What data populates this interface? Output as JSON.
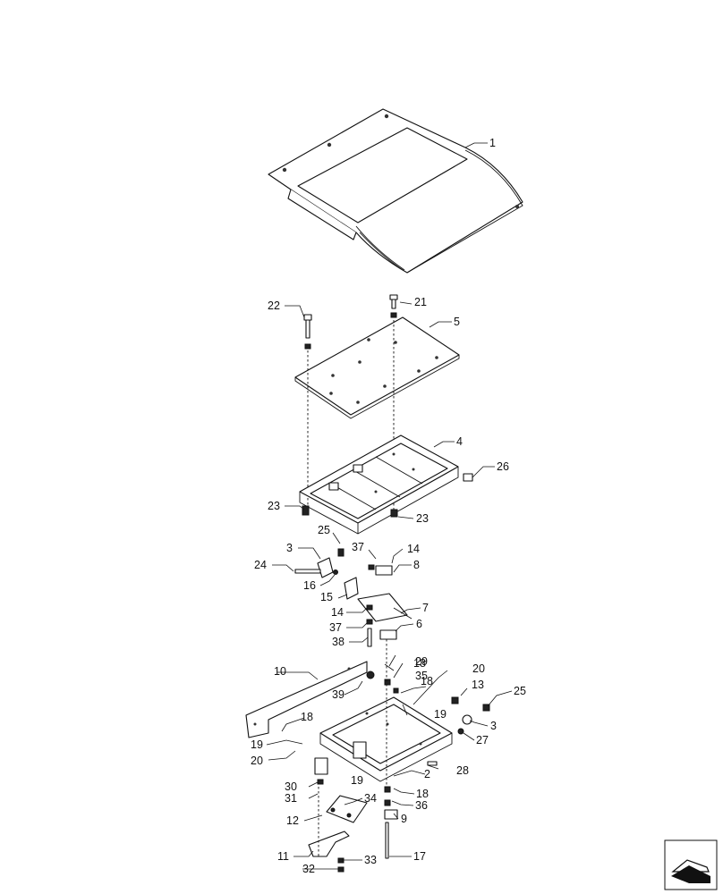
{
  "callouts": [
    {
      "id": "c1",
      "label": "1"
    },
    {
      "id": "c2",
      "label": "2"
    },
    {
      "id": "c3a",
      "label": "3"
    },
    {
      "id": "c3b",
      "label": "3"
    },
    {
      "id": "c4",
      "label": "4"
    },
    {
      "id": "c5",
      "label": "5"
    },
    {
      "id": "c6",
      "label": "6"
    },
    {
      "id": "c7",
      "label": "7"
    },
    {
      "id": "c8",
      "label": "8"
    },
    {
      "id": "c9",
      "label": "9"
    },
    {
      "id": "c10",
      "label": "10"
    },
    {
      "id": "c11",
      "label": "11"
    },
    {
      "id": "c12",
      "label": "12"
    },
    {
      "id": "c13",
      "label": "13"
    },
    {
      "id": "c14a",
      "label": "14"
    },
    {
      "id": "c14b",
      "label": "14"
    },
    {
      "id": "c15",
      "label": "15"
    },
    {
      "id": "c16",
      "label": "16"
    },
    {
      "id": "c17",
      "label": "17"
    },
    {
      "id": "c18a",
      "label": "18"
    },
    {
      "id": "c18b",
      "label": "18"
    },
    {
      "id": "c18c",
      "label": "18"
    },
    {
      "id": "c18d",
      "label": "18"
    },
    {
      "id": "c19a",
      "label": "19"
    },
    {
      "id": "c19b",
      "label": "19"
    },
    {
      "id": "c19c",
      "label": "19"
    },
    {
      "id": "c20a",
      "label": "20"
    },
    {
      "id": "c20b",
      "label": "20"
    },
    {
      "id": "c21",
      "label": "21"
    },
    {
      "id": "c22",
      "label": "22"
    },
    {
      "id": "c23a",
      "label": "23"
    },
    {
      "id": "c23b",
      "label": "23"
    },
    {
      "id": "c24",
      "label": "24"
    },
    {
      "id": "c25a",
      "label": "25"
    },
    {
      "id": "c25b",
      "label": "25"
    },
    {
      "id": "c26",
      "label": "26"
    },
    {
      "id": "c27",
      "label": "27"
    },
    {
      "id": "c28",
      "label": "28"
    },
    {
      "id": "c29",
      "label": "29"
    },
    {
      "id": "c30",
      "label": "30"
    },
    {
      "id": "c31",
      "label": "31"
    },
    {
      "id": "c32",
      "label": "32"
    },
    {
      "id": "c33",
      "label": "33"
    },
    {
      "id": "c34",
      "label": "34"
    },
    {
      "id": "c35",
      "label": "35"
    },
    {
      "id": "c36",
      "label": "36"
    },
    {
      "id": "c37a",
      "label": "37"
    },
    {
      "id": "c37b",
      "label": "37"
    },
    {
      "id": "c38",
      "label": "38"
    },
    {
      "id": "c39",
      "label": "39"
    }
  ],
  "corner_icon": "book-page-icon",
  "colors": {
    "ink": "#111111",
    "paper": "#ffffff"
  }
}
